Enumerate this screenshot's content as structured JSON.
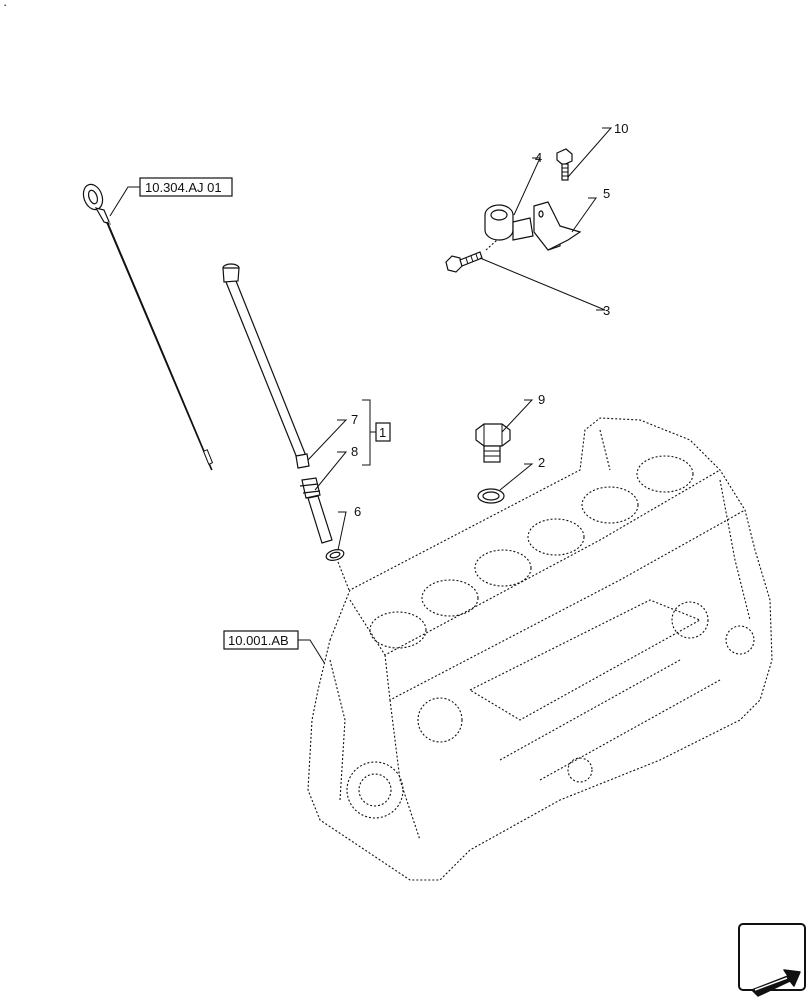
{
  "references": {
    "dipstick_ref": "10.304.AJ 01",
    "block_ref": "10.001.AB"
  },
  "kit_label": "1",
  "part_labels": {
    "p10": "10",
    "p4": "4",
    "p5": "5",
    "p3": "3",
    "p9": "9",
    "p2": "2",
    "p7": "7",
    "p8": "8",
    "p6": "6"
  },
  "corner_mark": "·",
  "nav_icon": "next-page-arrow-icon"
}
